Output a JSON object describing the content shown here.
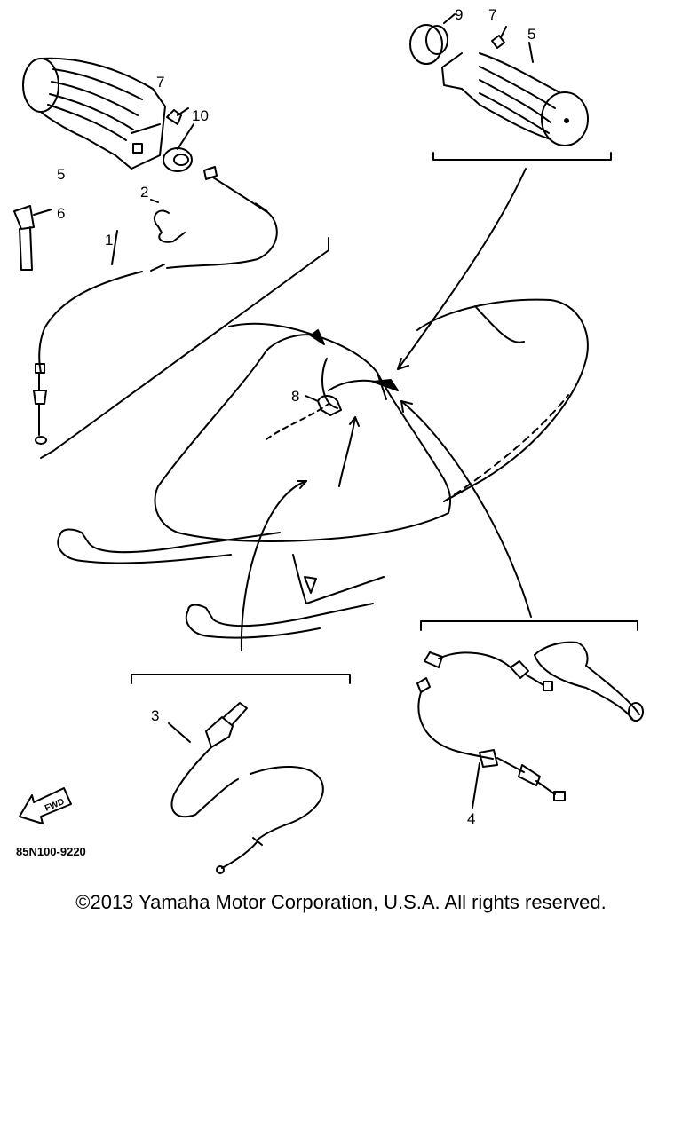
{
  "callouts": {
    "c1": "1",
    "c2": "2",
    "c3": "3",
    "c4": "4",
    "c5_left": "5",
    "c5_right": "5",
    "c6": "6",
    "c7_left": "7",
    "c7_right": "7",
    "c8": "8",
    "c9": "9",
    "c10": "10"
  },
  "fwd_arrow_text": "FWD",
  "diagram_code": "85N100-9220",
  "copyright": "©2013 Yamaha Motor Corporation, U.S.A. All rights reserved."
}
